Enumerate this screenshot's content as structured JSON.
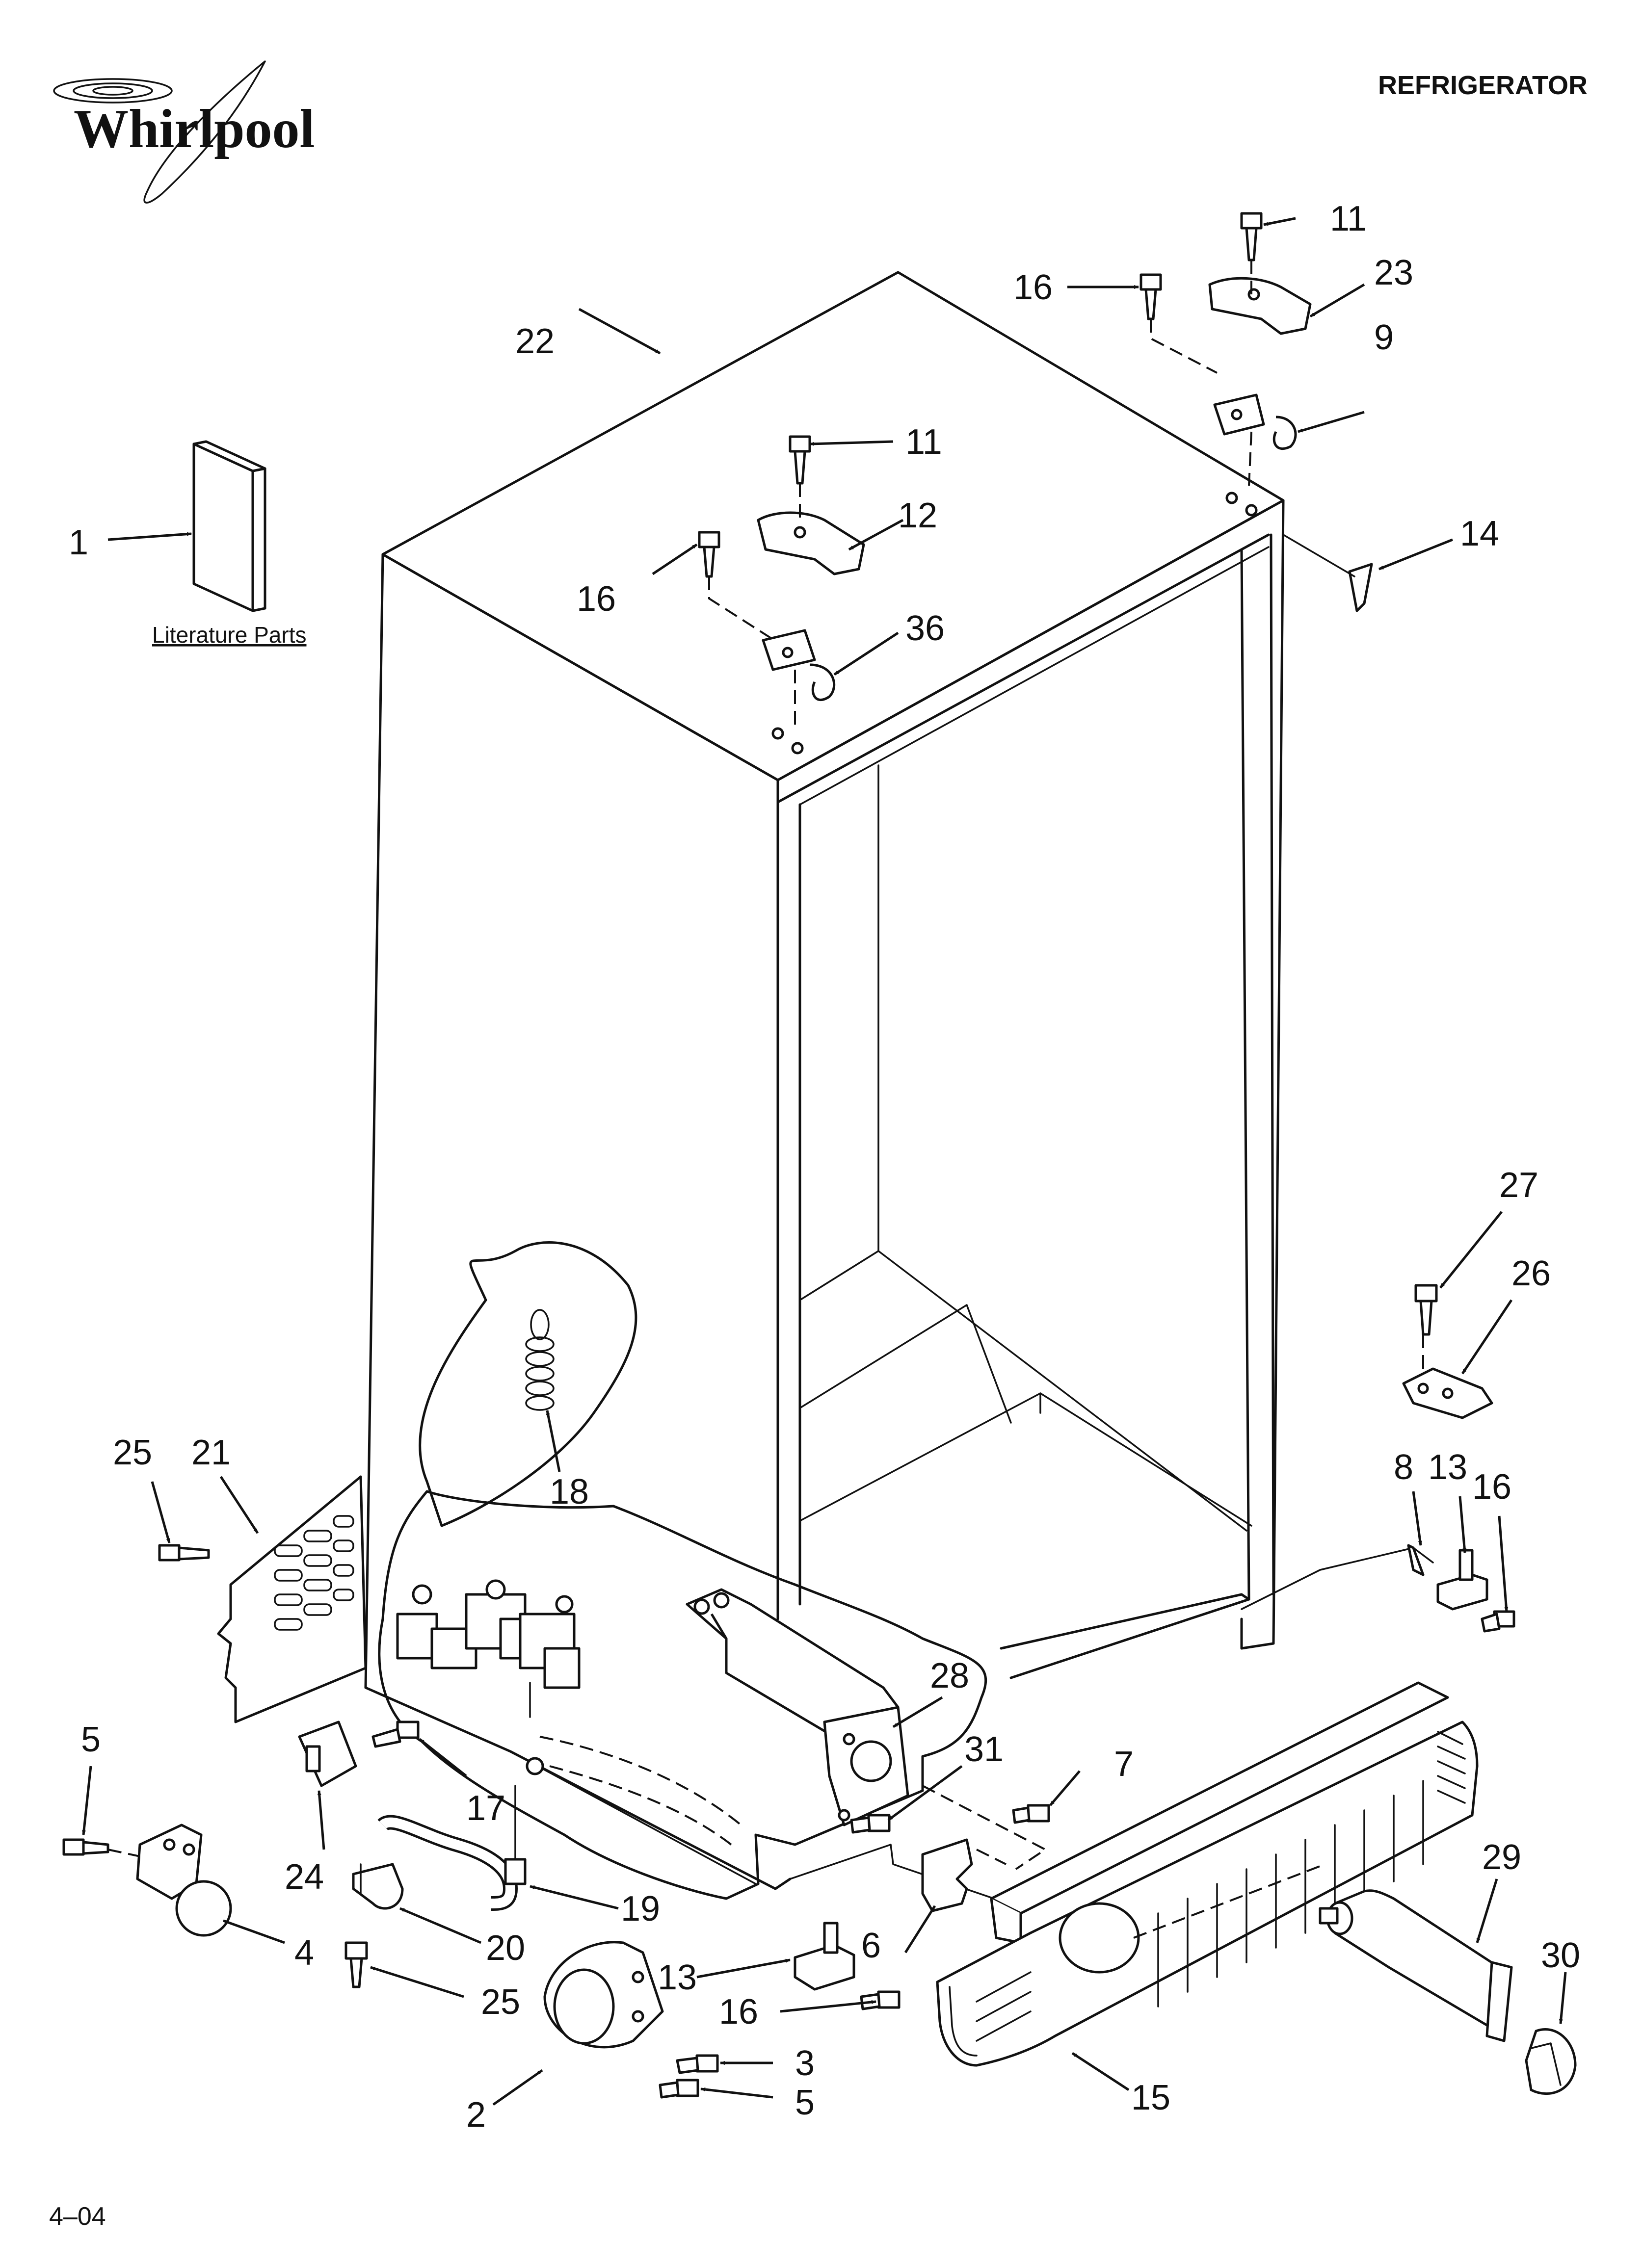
{
  "header": {
    "brand": "Whirlpool",
    "title": "REFRIGERATOR"
  },
  "literature": {
    "label": "Literature Parts"
  },
  "footer": {
    "code": "4–04"
  },
  "callouts": {
    "c1": "1",
    "c2": "2",
    "c3": "3",
    "c4": "4",
    "c5a": "5",
    "c5b": "5",
    "c6": "6",
    "c7": "7",
    "c8": "8",
    "c9": "9",
    "c11a": "11",
    "c11b": "11",
    "c12": "12",
    "c13a": "13",
    "c13b": "13",
    "c14": "14",
    "c15": "15",
    "c16a": "16",
    "c16b": "16",
    "c16c": "16",
    "c16d": "16",
    "c17": "17",
    "c18": "18",
    "c19": "19",
    "c20": "20",
    "c21": "21",
    "c22": "22",
    "c23": "23",
    "c24": "24",
    "c25a": "25",
    "c25b": "25",
    "c26": "26",
    "c27": "27",
    "c28": "28",
    "c29": "29",
    "c30": "30",
    "c31": "31",
    "c36": "36"
  }
}
